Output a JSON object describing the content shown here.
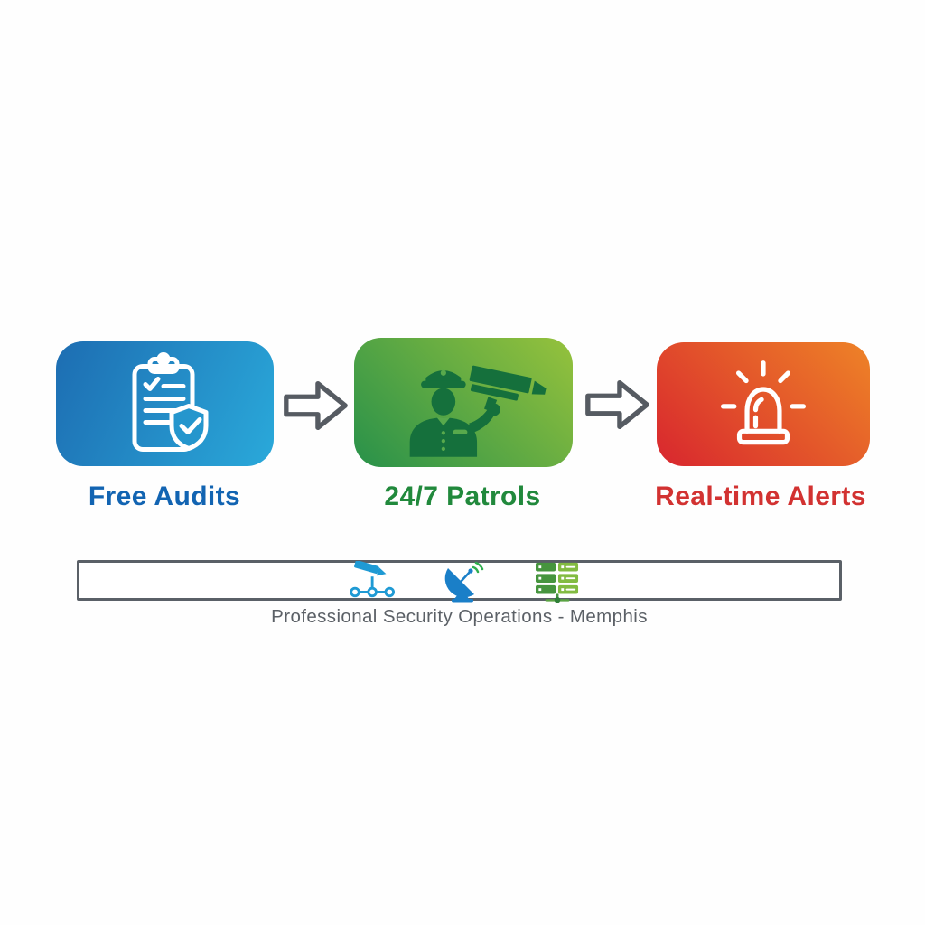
{
  "title": "Security services process diagram",
  "steps": [
    {
      "label": "Free Audits",
      "icon": "clipboard-shield-check-icon",
      "label_color": "#1264b2",
      "card_gradient": [
        "#1d6db2",
        "#2aa9da"
      ]
    },
    {
      "label": "24/7 Patrols",
      "icon": "security-guard-cctv-icon",
      "label_color": "#21893c",
      "card_gradient": [
        "#28914a",
        "#96c23c"
      ]
    },
    {
      "label": "Real-time Alerts",
      "icon": "siren-alert-icon",
      "label_color": "#d23231",
      "card_gradient": [
        "#d8262e",
        "#ee8327"
      ]
    }
  ],
  "arrow_color": "#565b62",
  "footer_bar": {
    "border_color": "#5a6067",
    "icons": [
      "cctv-network-icon",
      "satellite-dish-icon",
      "server-stack-icon"
    ],
    "icon_colors": {
      "cctv_network": "#1f9ad4",
      "satellite_dish": "#1a7fc8",
      "satellite_signal": "#2fae4e",
      "server_left": "#46953e",
      "server_right": "#82bb41"
    },
    "caption": "Professional Security Operations - Memphis",
    "caption_color": "#5b6066"
  }
}
